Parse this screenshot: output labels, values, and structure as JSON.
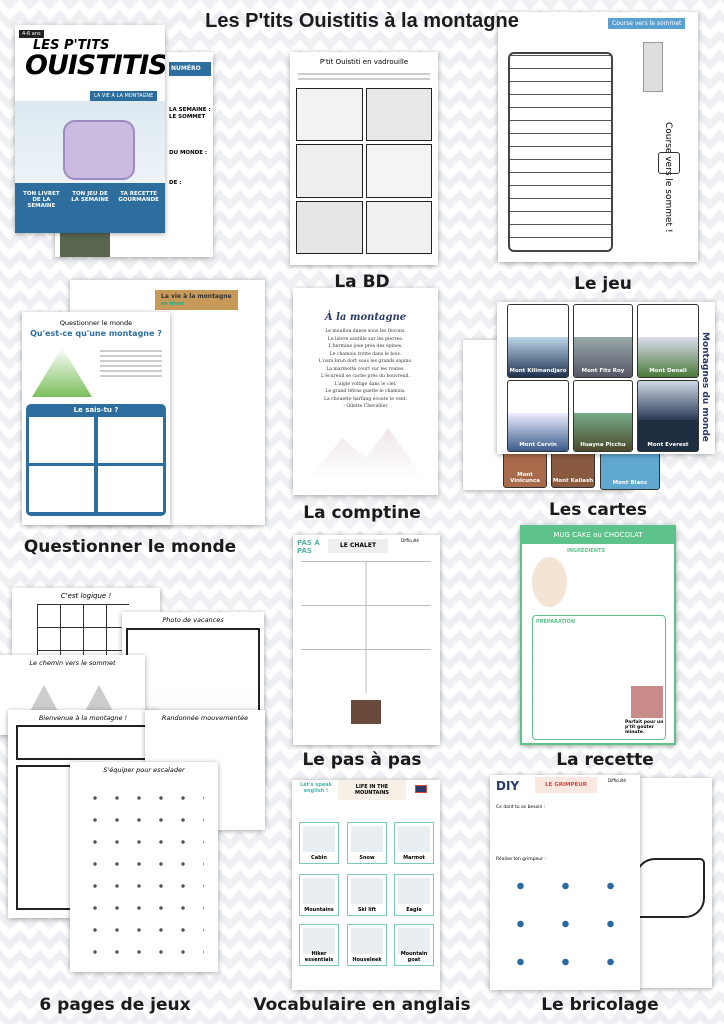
{
  "header": {
    "title": "Les P'tits Ouistitis à la montagne"
  },
  "cover": {
    "age": "4-6 ans",
    "brand_top": "LES P'TITS",
    "brand": "OUISTITIS",
    "subtitle": "LA VIE À LA MONTAGNE",
    "features": [
      "TON LIVRET DE LA SEMAINE",
      "TON JEU DE LA SEMAINE",
      "TA RECETTE GOURMANDE"
    ],
    "back_banner": "NUMÉRO",
    "back_lines": [
      "LA SEMAINE : LE SOMMET",
      "DU MONDE :",
      "DE :"
    ]
  },
  "bd": {
    "title": "P'tit Ouistiti en vadrouille",
    "label": "La BD"
  },
  "jeu": {
    "title": "Course vers le sommet",
    "side_title": "Course vers le sommet !",
    "label": "Le jeu"
  },
  "questionner": {
    "back_title": "La vie à la montagne",
    "back_subtitle": "en hiver",
    "heading": "Questionner le monde",
    "title": "Qu'est-ce qu'une montagne ?",
    "box_title": "Le sais-tu ?",
    "label": "Questionner le monde"
  },
  "comptine": {
    "title": "À la montagne",
    "lines": [
      "Le mouflon danse sous les flocons.",
      "Le lièvre sautille sur les pierres.",
      "L'hermine joue près des épines.",
      "Le chamois trotte dans le bois.",
      "L'ours brun dort sous les grands sapins.",
      "La marmotte court sur les routes.",
      "L'écureuil se cache près du bouvreuil.",
      "L'aigle voltige dans le ciel.",
      "Le grand tétras guette le chamois.",
      "La chouette harfang écoute le vent."
    ],
    "author": "- Odette Chevallier",
    "label": "La comptine"
  },
  "cartes": {
    "side_title": "Montagnes du monde",
    "cards": [
      "Mont Kilimandjaro",
      "Mont Fitz Roy",
      "Mont Denali",
      "Mont Cervin",
      "Huayna Picchu",
      "Mont Everest"
    ],
    "back_cards": [
      "Mont Vinicunca",
      "Mont Kailash",
      "Mont Blanc"
    ],
    "label": "Les cartes"
  },
  "jeux": {
    "pages": [
      "C'est logique !",
      "Photo de vacances",
      "Le chemin vers le sommet",
      "Bienvenue à la montagne !",
      "Randonnée mouvementée",
      "S'équiper pour escalader"
    ],
    "label": "6 pages de jeux"
  },
  "pasapas": {
    "badge": "PAS À PAS",
    "title": "LE CHALET",
    "level": "Difficulté",
    "label": "Le pas à pas"
  },
  "recette": {
    "title": "MUG CAKE au CHOCOLAT",
    "ingredients": "INGRÉDIENTS",
    "preparation": "PRÉPARATION",
    "note": "Parfait pour un p'tit goûter minute.",
    "label": "La recette"
  },
  "vocab": {
    "badge": "Let's speak english !",
    "title": "LIFE IN THE MOUNTAINS",
    "words": [
      "Cabin",
      "Snow",
      "Marmot",
      "Mountains",
      "Ski lift",
      "Eagle",
      "Hiker essentials",
      "Houseleek",
      "Mountain goat"
    ],
    "label": "Vocabulaire en anglais"
  },
  "bricolage": {
    "badge": "DIY",
    "title": "LE GRIMPEUR",
    "level": "Difficulté",
    "needs": "Ce dont tu as besoin :",
    "steps_title": "Réalise ton grimpeur :",
    "label": "Le bricolage"
  },
  "colors": {
    "blue": "#2d6e9e",
    "green": "#5ec38a",
    "teal": "#7cc9bf",
    "navy": "#2b3a67",
    "red": "#d9453a"
  }
}
